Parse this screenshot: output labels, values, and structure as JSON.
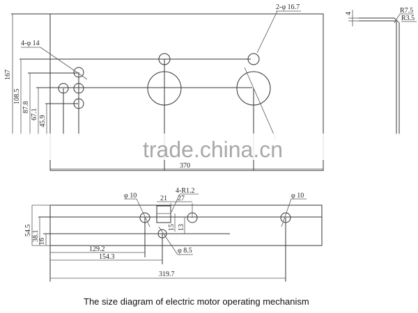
{
  "caption": "The size diagram of electric motor operating mechanism",
  "watermark": "trade.china.cn",
  "top_view": {
    "overall_width": "370",
    "overall_height": "167",
    "vertical_dims": [
      "108.5",
      "87.8",
      "67.1",
      "45.9"
    ],
    "small_holes_callout": "4-φ 14",
    "large_holes_callout": "2-φ 16.7"
  },
  "corner_detail": {
    "thickness": "4",
    "outer_radius": "R7.5",
    "inner_radius": "R3.5"
  },
  "bottom_view": {
    "overall_length": "319.7",
    "dim_129": "129.2",
    "dim_154": "154.3",
    "height_total": "54.5",
    "height_mid": "38.1",
    "height_low": "16",
    "left_hole": "φ 10",
    "right_hole": "φ 10",
    "slot_width": "21",
    "slot_offset": "27",
    "slot_radius": "4-R1.2",
    "slot_h1": "15",
    "slot_h2": "13",
    "lower_hole": "φ 8.5"
  }
}
